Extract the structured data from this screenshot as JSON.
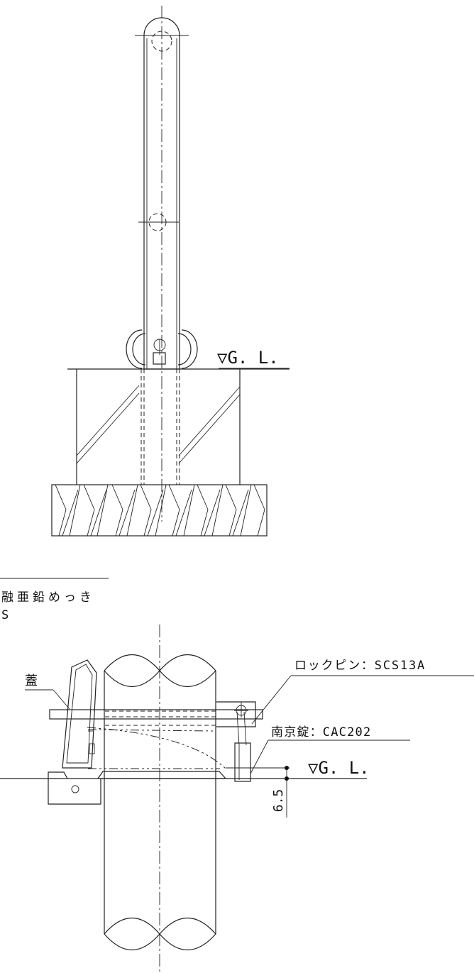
{
  "elevation": {
    "gl_label": "▽G. L."
  },
  "material_note": {
    "line1": "融亜鉛めっき",
    "line2": "S"
  },
  "detail": {
    "lid_label": "蓋",
    "lock_pin_label": "ロックピン：SCS13A",
    "padlock_label": "南京錠：CAC202",
    "gl_label": "▽G. L.",
    "dimension_label": "6.5"
  }
}
